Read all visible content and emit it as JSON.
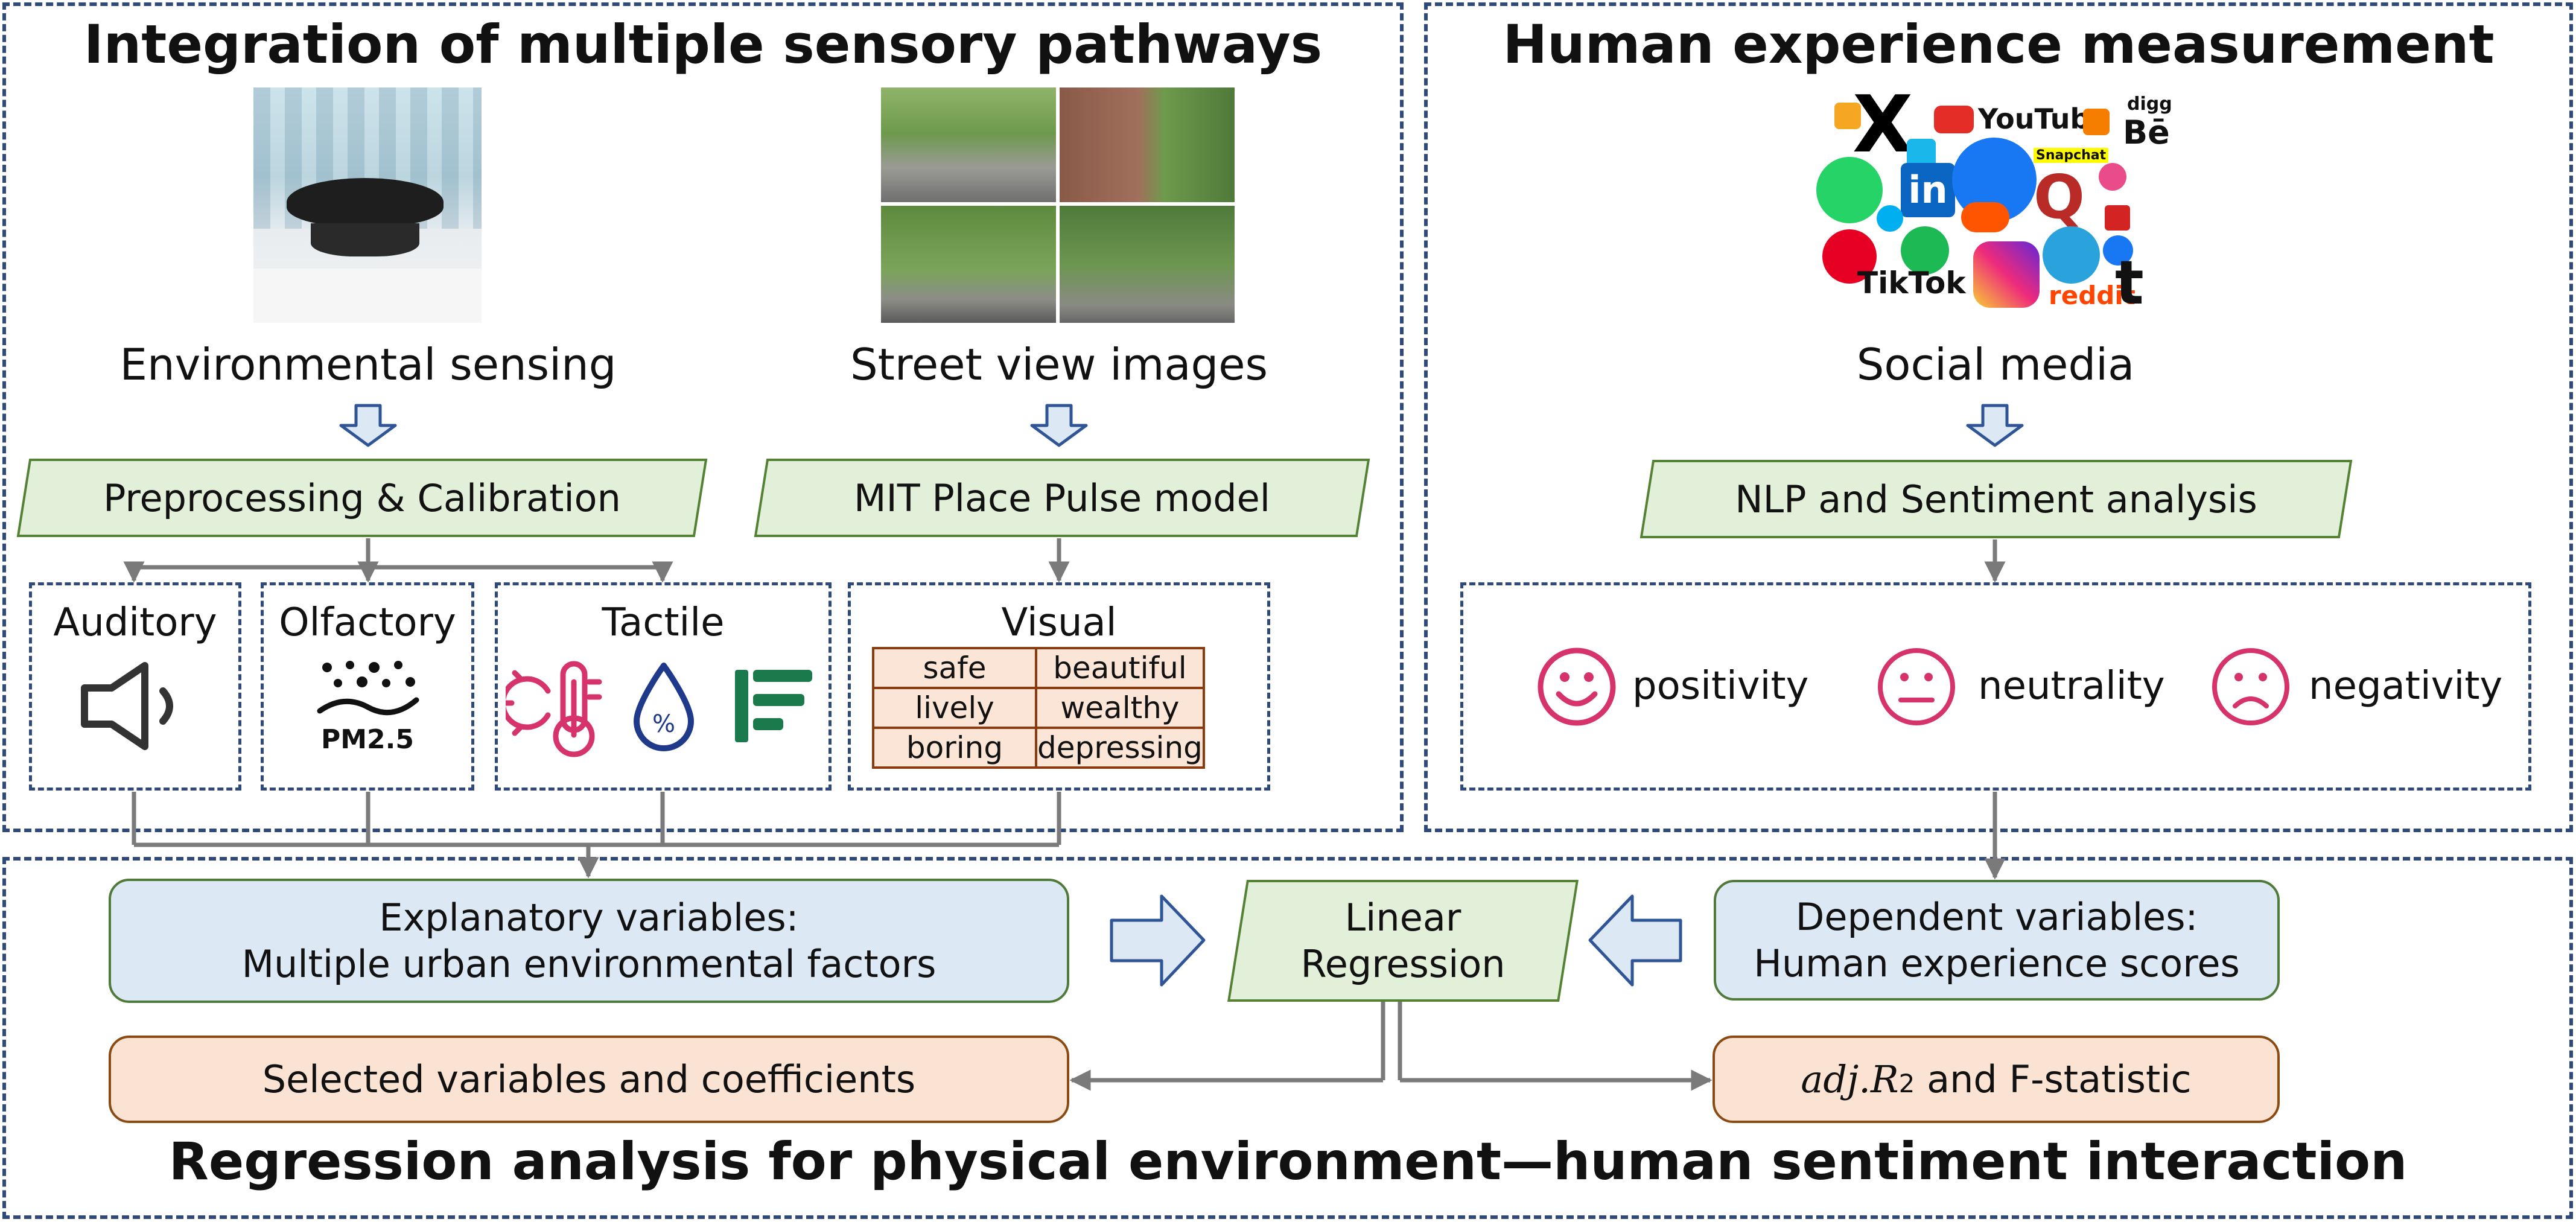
{
  "panels": {
    "sensory": {
      "title": "Integration of multiple sensory pathways"
    },
    "experience": {
      "title": "Human experience measurement"
    },
    "regression": {
      "title": "Regression analysis for physical environment—human sentiment interaction"
    }
  },
  "sources": {
    "environmental": "Environmental sensing",
    "street_view": "Street view images",
    "social_media": "Social media"
  },
  "processing": {
    "preprocessing": "Preprocessing & Calibration",
    "place_pulse": "MIT Place Pulse model",
    "nlp": "NLP and Sentiment analysis"
  },
  "senses": {
    "auditory": "Auditory",
    "olfactory": "Olfactory",
    "olfactory_sub": "PM2.5",
    "tactile": "Tactile",
    "tactile_humidity_symbol": "%",
    "visual": "Visual"
  },
  "visual_table": [
    [
      "safe",
      "beautiful"
    ],
    [
      "lively",
      "wealthy"
    ],
    [
      "boring",
      "depressing"
    ]
  ],
  "sentiments": {
    "positivity": "positivity",
    "neutrality": "neutrality",
    "negativity": "negativity"
  },
  "social_logos": {
    "youtube": "YouTube",
    "digg": "digg",
    "behance": "Bē",
    "snapchat": "Snapchat",
    "tiktok": "TikTok",
    "reddit": "reddit",
    "x": "X",
    "linkedin": "in",
    "quora": "Q",
    "tumblr": "t"
  },
  "regression": {
    "explanatory_line1": "Explanatory variables:",
    "explanatory_line2": "Multiple urban environmental factors",
    "model_line1": "Linear",
    "model_line2": "Regression",
    "dependent_line1": "Dependent variables:",
    "dependent_line2": "Human experience scores",
    "selected": "Selected variables and coefficients",
    "fit_metric": "adj.R",
    "fit_metric_sup": "2",
    "fit_suffix": " and F-statistic"
  },
  "colors": {
    "panel_border": "#2f4a7a",
    "green_fill": "#e2efd9",
    "green_border": "#548235",
    "blue_fill": "#dde8f5",
    "orange_fill": "#fbe3d3",
    "icon_pink": "#d6336c",
    "icon_navy": "#1f3a8a",
    "icon_green": "#1b7a4c"
  }
}
